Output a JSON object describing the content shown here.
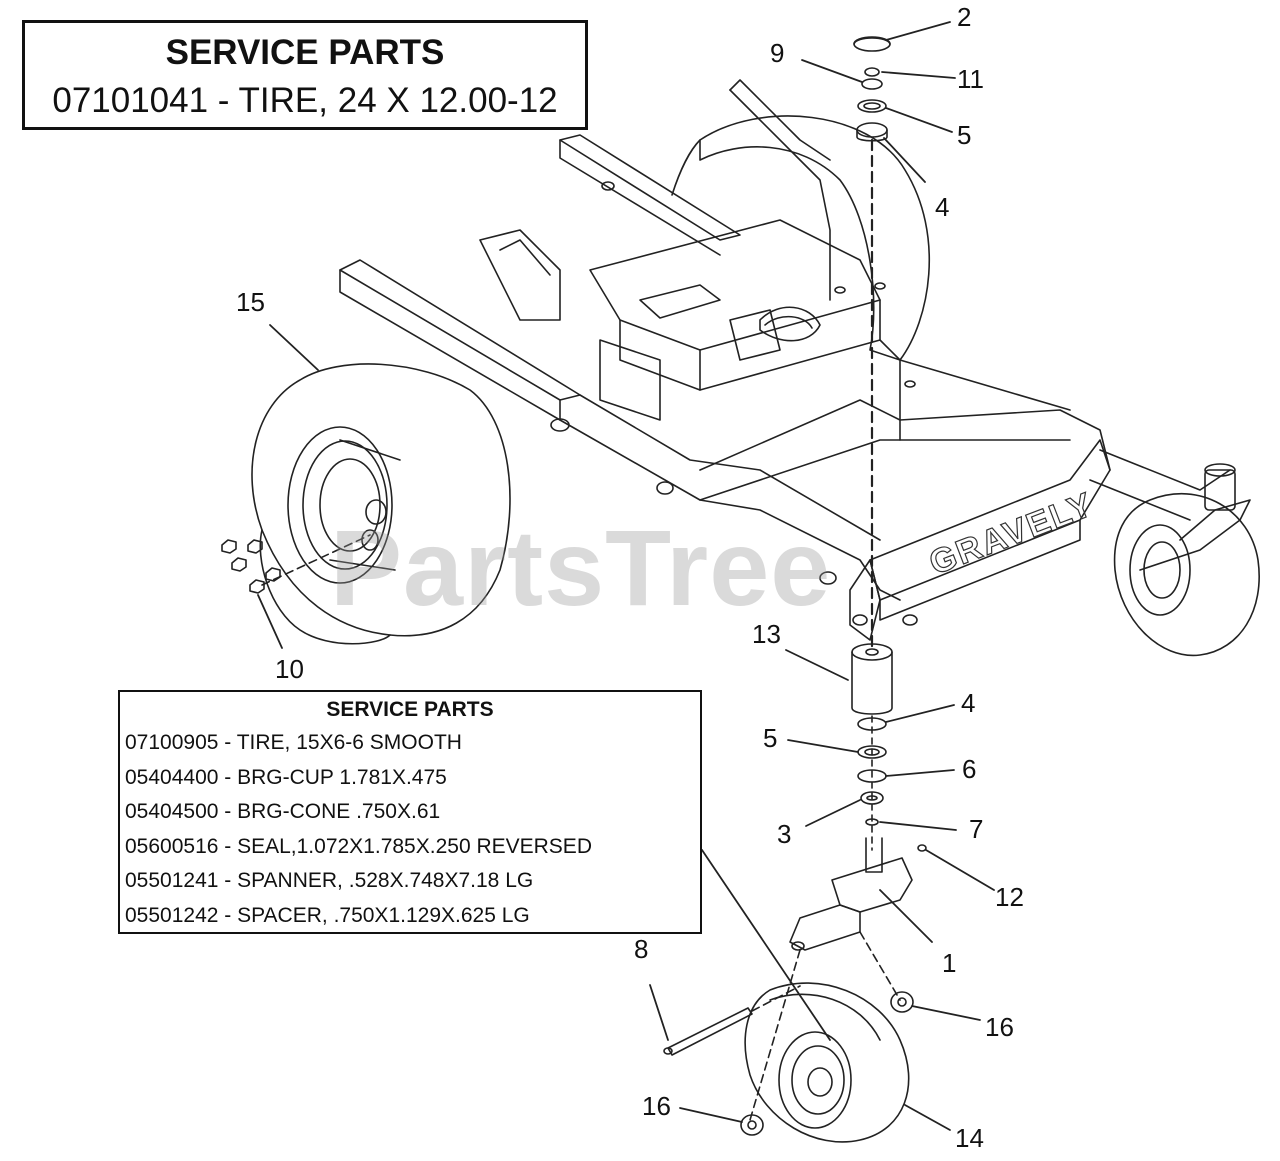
{
  "title_box": {
    "heading": "SERVICE PARTS",
    "part": "07101041 - TIRE, 24 X 12.00-12"
  },
  "service_parts_box": {
    "heading": "SERVICE PARTS",
    "items": [
      "07100905 - TIRE, 15X6-6 SMOOTH",
      "05404400 - BRG-CUP 1.781X.475",
      "05404500 - BRG-CONE .750X.61",
      "05600516 - SEAL,1.072X1.785X.250 REVERSED",
      "05501241 - SPANNER, .528X.748X7.18 LG",
      "05501242 - SPACER, .750X1.129X.625 LG"
    ]
  },
  "callouts": {
    "c2": "2",
    "c9": "9",
    "c11": "11",
    "c5a": "5",
    "c4a": "4",
    "c15": "15",
    "c10": "10",
    "c13": "13",
    "c4b": "4",
    "c5b": "5",
    "c6": "6",
    "c3": "3",
    "c7": "7",
    "c12": "12",
    "c1": "1",
    "c8": "8",
    "c16a": "16",
    "c16b": "16",
    "c14": "14"
  },
  "watermark": "PartsTree",
  "brand_mark": "GRAVELY"
}
